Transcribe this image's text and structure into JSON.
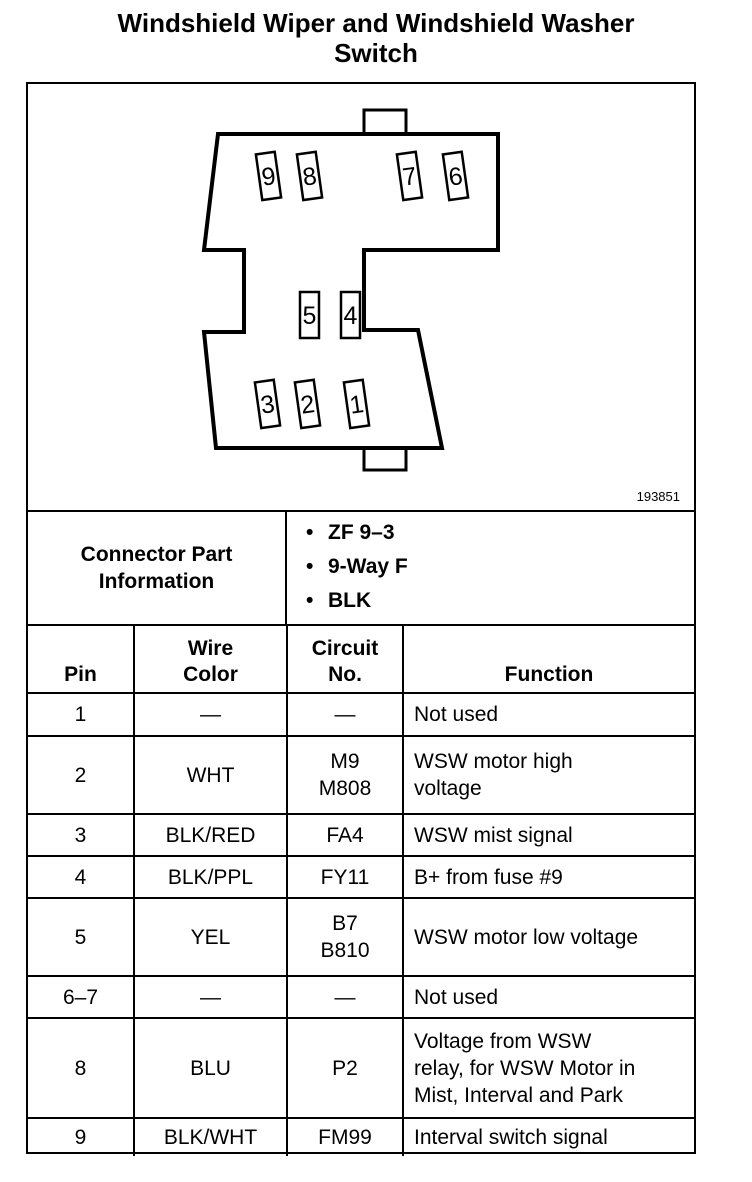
{
  "title_line1": "Windshield Wiper and Windshield Washer",
  "title_line2": "Switch",
  "diagram": {
    "figure_number": "193851",
    "pins": [
      "9",
      "8",
      "7",
      "6",
      "5",
      "4",
      "3",
      "2",
      "1"
    ]
  },
  "connector": {
    "label_line1": "Connector Part",
    "label_line2": "Information",
    "items": [
      "ZF 9–3",
      "9-Way F",
      "BLK"
    ]
  },
  "table": {
    "headers": {
      "pin": "Pin",
      "wire_line1": "Wire",
      "wire_line2": "Color",
      "circuit_line1": "Circuit",
      "circuit_line2": "No.",
      "function": "Function"
    },
    "rows": [
      {
        "pin": "1",
        "wire": "—",
        "circuit": [
          "—"
        ],
        "function": [
          "Not used"
        ]
      },
      {
        "pin": "2",
        "wire": "WHT",
        "circuit": [
          "M9",
          "M808"
        ],
        "function": [
          "WSW motor high",
          "voltage"
        ]
      },
      {
        "pin": "3",
        "wire": "BLK/RED",
        "circuit": [
          "FA4"
        ],
        "function": [
          "WSW mist signal"
        ]
      },
      {
        "pin": "4",
        "wire": "BLK/PPL",
        "circuit": [
          "FY11"
        ],
        "function": [
          "B+ from fuse #9"
        ]
      },
      {
        "pin": "5",
        "wire": "YEL",
        "circuit": [
          "B7",
          "B810"
        ],
        "function": [
          "WSW motor low voltage"
        ]
      },
      {
        "pin": "6–7",
        "wire": "—",
        "circuit": [
          "—"
        ],
        "function": [
          "Not used"
        ]
      },
      {
        "pin": "8",
        "wire": "BLU",
        "circuit": [
          "P2"
        ],
        "function": [
          "Voltage from WSW",
          "relay, for WSW Motor in",
          "Mist, Interval and Park"
        ]
      },
      {
        "pin": "9",
        "wire": "BLK/WHT",
        "circuit": [
          "FM99"
        ],
        "function": [
          "Interval switch signal"
        ]
      }
    ]
  }
}
